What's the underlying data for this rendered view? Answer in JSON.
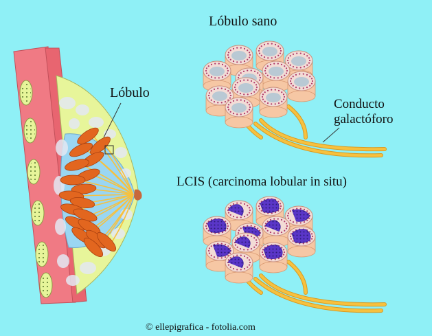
{
  "labels": {
    "healthy_title": "Lóbulo sano",
    "lobule": "Lóbulo",
    "duct_line1": "Conducto",
    "duct_line2": "galactóforo",
    "lcis_title": "LCIS (carcinoma lobular in situ)",
    "credit": "© ellepigrafica - fotolia.com"
  },
  "colors": {
    "background": "#8ff0f6",
    "chest_wall": "#f07a84",
    "fat_tissue": "#e7f59a",
    "gland_tissue": "#9ad6f2",
    "lobule_orange": "#e2661f",
    "acinus_body": "#f6c7a4",
    "acinus_lumen": "#b9c9d4",
    "duct_yellow": "#f7c13e",
    "nipple": "#c8683b",
    "tumor_cells": "#5a36c8"
  }
}
